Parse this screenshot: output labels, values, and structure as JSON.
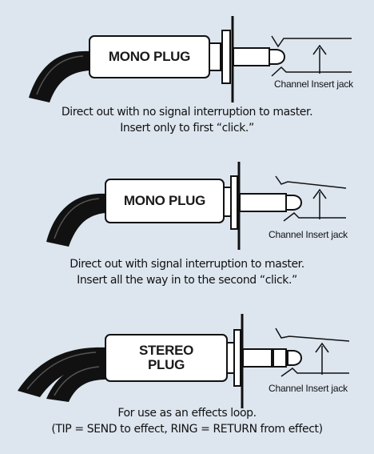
{
  "colors": {
    "background": "#dde6ef",
    "plug_body": "#ffffff",
    "cable": "#111111",
    "outline": "#111111"
  },
  "diagrams": [
    {
      "plug_label": "MONO PLUG",
      "jack_label": "Channel Insert jack",
      "caption_line1": "Direct out with no signal interruption to master.",
      "caption_line2": "Insert only to first “click.”"
    },
    {
      "plug_label": "MONO PLUG",
      "jack_label": "Channel Insert jack",
      "caption_line1": "Direct out with signal interruption to master.",
      "caption_line2": "Insert all the way in to the second “click.”"
    },
    {
      "plug_label_line1": "STEREO",
      "plug_label_line2": "PLUG",
      "jack_label": "Channel Insert jack",
      "caption_line1": "For use as an effects loop.",
      "caption_line2": "(TIP = SEND to effect, RING = RETURN from effect)"
    }
  ]
}
